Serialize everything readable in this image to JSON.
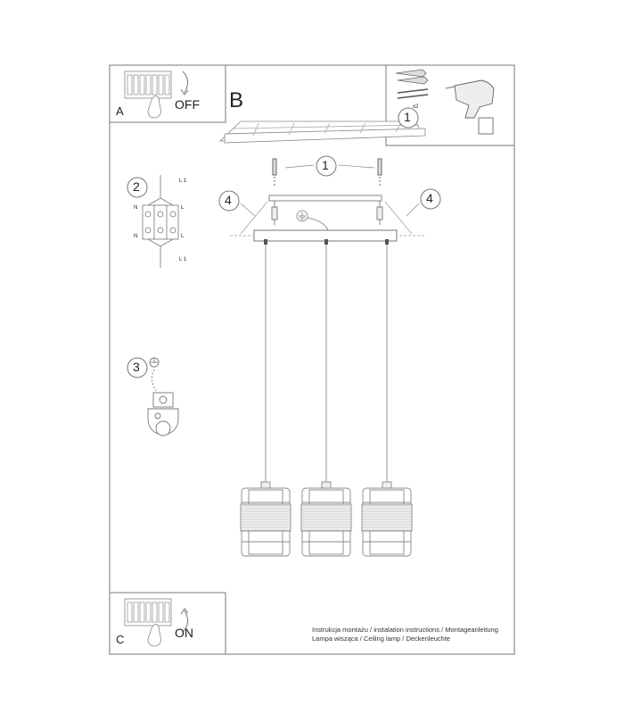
{
  "sections": {
    "a": {
      "letter": "A",
      "state": "OFF"
    },
    "b": {
      "letter": "B",
      "anchor_qty": "x2"
    },
    "c": {
      "letter": "C",
      "state": "ON"
    }
  },
  "callouts": {
    "one_top": "1",
    "one_mid": "1",
    "two": "2",
    "three": "3",
    "four_left": "4",
    "four_right": "4"
  },
  "wiring": {
    "l1_top": "L 1",
    "l1_bottom": "L 1",
    "l_upper": "L",
    "l_lower": "L",
    "n_upper": "N",
    "n_lower": "N"
  },
  "footer": {
    "line1": "Instrukcja montażu / instalation instructions / Montageanleitung",
    "line2": "Lampa wisząca / Ceiling lamp / Deckenleuchte"
  }
}
